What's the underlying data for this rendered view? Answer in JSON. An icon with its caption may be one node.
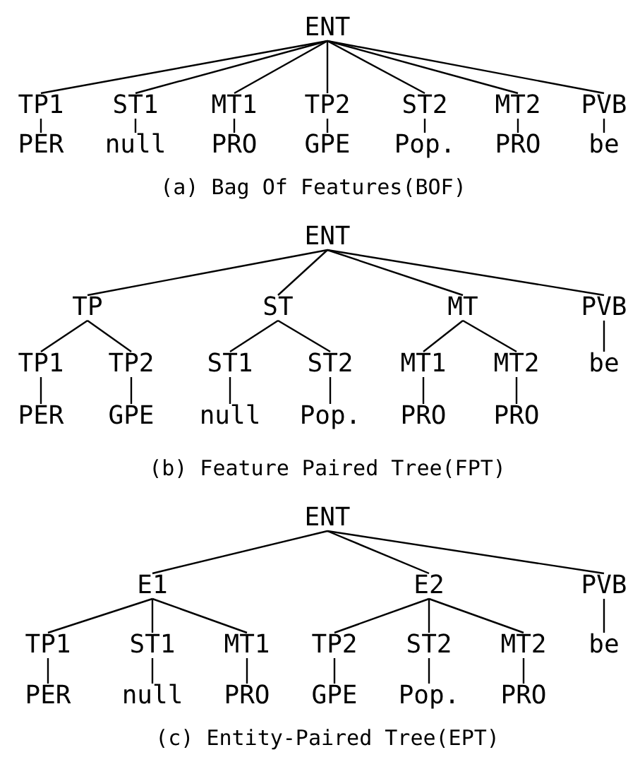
{
  "diagram": {
    "nodes": [
      {
        "text": [
          "ENT"
        ]
      },
      {
        "text": [
          "TP1"
        ]
      },
      {
        "text": [
          "ST1"
        ]
      },
      {
        "text": [
          "MT1"
        ]
      },
      {
        "text": [
          "TP2"
        ]
      },
      {
        "text": [
          "ST2"
        ]
      },
      {
        "text": [
          "MT2"
        ]
      },
      {
        "text": [
          "PVB"
        ]
      },
      {
        "text": [
          "PER"
        ]
      },
      {
        "text": [
          "null"
        ]
      },
      {
        "text": [
          "PRO"
        ]
      },
      {
        "text": [
          "GPE"
        ]
      },
      {
        "text": [
          "Pop."
        ]
      },
      {
        "text": [
          "PRO"
        ]
      },
      {
        "text": [
          "be"
        ]
      },
      {
        "text": [
          "ENT"
        ]
      },
      {
        "text": [
          "TP"
        ]
      },
      {
        "text": [
          "ST"
        ]
      },
      {
        "text": [
          "MT"
        ]
      },
      {
        "text": [
          "PVB"
        ]
      },
      {
        "text": [
          "TP1"
        ]
      },
      {
        "text": [
          "TP2"
        ]
      },
      {
        "text": [
          "ST1"
        ]
      },
      {
        "text": [
          "ST2"
        ]
      },
      {
        "text": [
          "MT1"
        ]
      },
      {
        "text": [
          "MT2"
        ]
      },
      {
        "text": [
          "be"
        ]
      },
      {
        "text": [
          "PER"
        ]
      },
      {
        "text": [
          "GPE"
        ]
      },
      {
        "text": [
          "null"
        ]
      },
      {
        "text": [
          "Pop."
        ]
      },
      {
        "text": [
          "PRO"
        ]
      },
      {
        "text": [
          "PRO"
        ]
      },
      {
        "text": [
          "ENT"
        ]
      },
      {
        "text": [
          "E1"
        ]
      },
      {
        "text": [
          "E2"
        ]
      },
      {
        "text": [
          "PVB"
        ]
      },
      {
        "text": [
          "TP1"
        ]
      },
      {
        "text": [
          "ST1"
        ]
      },
      {
        "text": [
          "MT1"
        ]
      },
      {
        "text": [
          "TP2"
        ]
      },
      {
        "text": [
          "ST2"
        ]
      },
      {
        "text": [
          "MT2"
        ]
      },
      {
        "text": [
          "be"
        ]
      },
      {
        "text": [
          "PER"
        ]
      },
      {
        "text": [
          "null"
        ]
      },
      {
        "text": [
          "PRO"
        ]
      },
      {
        "text": [
          "GPE"
        ]
      },
      {
        "text": [
          "Pop."
        ]
      },
      {
        "text": [
          "PRO"
        ]
      }
    ],
    "edges": [
      {
        "from": 0,
        "to": 1,
        "arrow": "none"
      },
      {
        "from": 0,
        "to": 2,
        "arrow": "none"
      },
      {
        "from": 0,
        "to": 3,
        "arrow": "none"
      },
      {
        "from": 0,
        "to": 4,
        "arrow": "none"
      },
      {
        "from": 0,
        "to": 5,
        "arrow": "none"
      },
      {
        "from": 0,
        "to": 6,
        "arrow": "none"
      },
      {
        "from": 0,
        "to": 7,
        "arrow": "none"
      },
      {
        "from": 1,
        "to": 8,
        "arrow": "none"
      },
      {
        "from": 2,
        "to": 9,
        "arrow": "none"
      },
      {
        "from": 3,
        "to": 10,
        "arrow": "none"
      },
      {
        "from": 4,
        "to": 11,
        "arrow": "none"
      },
      {
        "from": 5,
        "to": 12,
        "arrow": "none"
      },
      {
        "from": 6,
        "to": 13,
        "arrow": "none"
      },
      {
        "from": 7,
        "to": 14,
        "arrow": "none"
      },
      {
        "from": 15,
        "to": 16,
        "arrow": "none"
      },
      {
        "from": 15,
        "to": 17,
        "arrow": "none"
      },
      {
        "from": 15,
        "to": 18,
        "arrow": "none"
      },
      {
        "from": 15,
        "to": 19,
        "arrow": "none"
      },
      {
        "from": 16,
        "to": 20,
        "arrow": "none"
      },
      {
        "from": 16,
        "to": 21,
        "arrow": "none"
      },
      {
        "from": 17,
        "to": 22,
        "arrow": "none"
      },
      {
        "from": 17,
        "to": 23,
        "arrow": "none"
      },
      {
        "from": 18,
        "to": 24,
        "arrow": "none"
      },
      {
        "from": 18,
        "to": 25,
        "arrow": "none"
      },
      {
        "from": 19,
        "to": 26,
        "arrow": "none"
      },
      {
        "from": 20,
        "to": 27,
        "arrow": "none"
      },
      {
        "from": 21,
        "to": 28,
        "arrow": "none"
      },
      {
        "from": 22,
        "to": 29,
        "arrow": "none"
      },
      {
        "from": 23,
        "to": 30,
        "arrow": "none"
      },
      {
        "from": 24,
        "to": 31,
        "arrow": "none"
      },
      {
        "from": 25,
        "to": 32,
        "arrow": "none"
      },
      {
        "from": 33,
        "to": 34,
        "arrow": "none"
      },
      {
        "from": 33,
        "to": 35,
        "arrow": "none"
      },
      {
        "from": 33,
        "to": 36,
        "arrow": "none"
      },
      {
        "from": 34,
        "to": 37,
        "arrow": "none"
      },
      {
        "from": 34,
        "to": 38,
        "arrow": "none"
      },
      {
        "from": 34,
        "to": 39,
        "arrow": "none"
      },
      {
        "from": 35,
        "to": 40,
        "arrow": "none"
      },
      {
        "from": 35,
        "to": 41,
        "arrow": "none"
      },
      {
        "from": 35,
        "to": 42,
        "arrow": "none"
      },
      {
        "from": 36,
        "to": 43,
        "arrow": "none"
      },
      {
        "from": 37,
        "to": 44,
        "arrow": "none"
      },
      {
        "from": 38,
        "to": 45,
        "arrow": "none"
      },
      {
        "from": 39,
        "to": 46,
        "arrow": "none"
      },
      {
        "from": 40,
        "to": 47,
        "arrow": "none"
      },
      {
        "from": 41,
        "to": 48,
        "arrow": "none"
      },
      {
        "from": 42,
        "to": 49,
        "arrow": "none"
      }
    ],
    "labels": [
      "(a) Bag Of Features(BOF)",
      "(b) Feature Paired Tree(FPT)",
      "(c) Entity-Paired Tree(EPT)"
    ]
  }
}
